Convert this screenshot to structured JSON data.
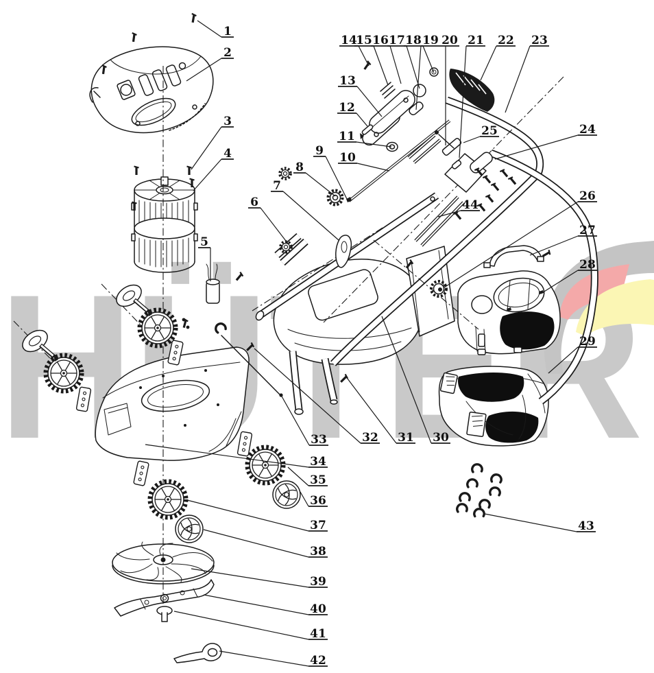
{
  "figure": {
    "kind": "exploded-parts-line-drawing"
  },
  "watermark": {
    "text": "HÜTER",
    "color": "#c9c9c9"
  },
  "logo": {
    "gray": "#c4c4c4",
    "red": "#f4a9a9",
    "yellow": "#fbf6b4"
  },
  "drawing": {
    "ink": "#1a1a1a",
    "mesh": "#0e0e0e"
  },
  "callouts": [
    {
      "num": "1",
      "label": [
        332,
        45
      ],
      "target": [
        288,
        30
      ]
    },
    {
      "num": "2",
      "label": [
        332,
        76
      ],
      "target": [
        272,
        118
      ]
    },
    {
      "num": "3",
      "label": [
        332,
        176
      ],
      "target": [
        279,
        247
      ]
    },
    {
      "num": "4",
      "label": [
        332,
        223
      ],
      "target": [
        282,
        278
      ]
    },
    {
      "num": "5",
      "label": [
        298,
        352
      ],
      "target": [
        307,
        410
      ]
    },
    {
      "num": "6",
      "label": [
        371,
        294
      ],
      "target": [
        420,
        355
      ]
    },
    {
      "num": "7",
      "label": [
        404,
        270
      ],
      "target": [
        494,
        350
      ]
    },
    {
      "num": "8",
      "label": [
        437,
        243
      ],
      "target": [
        489,
        286
      ]
    },
    {
      "num": "9",
      "label": [
        466,
        219
      ],
      "target": [
        507,
        292
      ]
    },
    {
      "num": "10",
      "label": [
        507,
        229
      ],
      "target": [
        568,
        249
      ]
    },
    {
      "num": "11",
      "label": [
        506,
        198
      ],
      "target": [
        571,
        214
      ]
    },
    {
      "num": "12",
      "label": [
        506,
        156
      ],
      "target": [
        536,
        184
      ]
    },
    {
      "num": "13",
      "label": [
        507,
        117
      ],
      "target": [
        557,
        170
      ]
    },
    {
      "num": "14",
      "label": [
        509,
        58
      ],
      "target": [
        538,
        96
      ]
    },
    {
      "num": "15",
      "label": [
        531,
        58
      ],
      "target": [
        566,
        124
      ]
    },
    {
      "num": "16",
      "label": [
        555,
        58
      ],
      "target": [
        585,
        122
      ]
    },
    {
      "num": "17",
      "label": [
        579,
        58
      ],
      "target": [
        612,
        129
      ]
    },
    {
      "num": "18",
      "label": [
        603,
        58
      ],
      "target": [
        633,
        106
      ]
    },
    {
      "num": "19",
      "label": [
        628,
        58
      ],
      "target": [
        607,
        160
      ]
    },
    {
      "num": "20",
      "label": [
        656,
        58
      ],
      "target": [
        650,
        212
      ]
    },
    {
      "num": "21",
      "label": [
        694,
        58
      ],
      "target": [
        670,
        230
      ]
    },
    {
      "num": "22",
      "label": [
        738,
        58
      ],
      "target": [
        701,
        117
      ]
    },
    {
      "num": "23",
      "label": [
        787,
        58
      ],
      "target": [
        737,
        164
      ]
    },
    {
      "num": "24",
      "label": [
        857,
        188
      ],
      "target": [
        722,
        232
      ]
    },
    {
      "num": "25",
      "label": [
        714,
        190
      ],
      "target": [
        676,
        208
      ]
    },
    {
      "num": "26",
      "label": [
        857,
        285
      ],
      "target": [
        648,
        419
      ]
    },
    {
      "num": "27",
      "label": [
        857,
        335
      ],
      "target": [
        773,
        372
      ]
    },
    {
      "num": "28",
      "label": [
        857,
        385
      ],
      "target": [
        789,
        428
      ]
    },
    {
      "num": "29",
      "label": [
        857,
        497
      ],
      "target": [
        800,
        544
      ]
    },
    {
      "num": "30",
      "label": [
        643,
        637
      ],
      "target": [
        557,
        461
      ]
    },
    {
      "num": "31",
      "label": [
        592,
        637
      ],
      "target": [
        507,
        552
      ]
    },
    {
      "num": "32",
      "label": [
        540,
        637
      ],
      "target": [
        371,
        508
      ]
    },
    {
      "num": "33",
      "label": [
        465,
        640
      ],
      "target": [
        410,
        576
      ]
    },
    {
      "num": "34",
      "label": [
        464,
        672
      ],
      "target": [
        212,
        648
      ]
    },
    {
      "num": "35",
      "label": [
        464,
        699
      ],
      "target": [
        420,
        681
      ]
    },
    {
      "num": "36",
      "label": [
        464,
        729
      ],
      "target": [
        438,
        717
      ]
    },
    {
      "num": "37",
      "label": [
        464,
        765
      ],
      "target": [
        273,
        729
      ]
    },
    {
      "num": "38",
      "label": [
        464,
        803
      ],
      "target": [
        297,
        772
      ]
    },
    {
      "num": "39",
      "label": [
        464,
        847
      ],
      "target": [
        279,
        829
      ]
    },
    {
      "num": "40",
      "label": [
        464,
        887
      ],
      "target": [
        297,
        867
      ]
    },
    {
      "num": "41",
      "label": [
        464,
        923
      ],
      "target": [
        254,
        891
      ]
    },
    {
      "num": "42",
      "label": [
        464,
        962
      ],
      "target": [
        320,
        949
      ]
    },
    {
      "num": "43",
      "label": [
        855,
        766
      ],
      "target": [
        707,
        749
      ]
    },
    {
      "num": "44",
      "label": [
        686,
        298
      ],
      "target": [
        639,
        316
      ]
    }
  ]
}
